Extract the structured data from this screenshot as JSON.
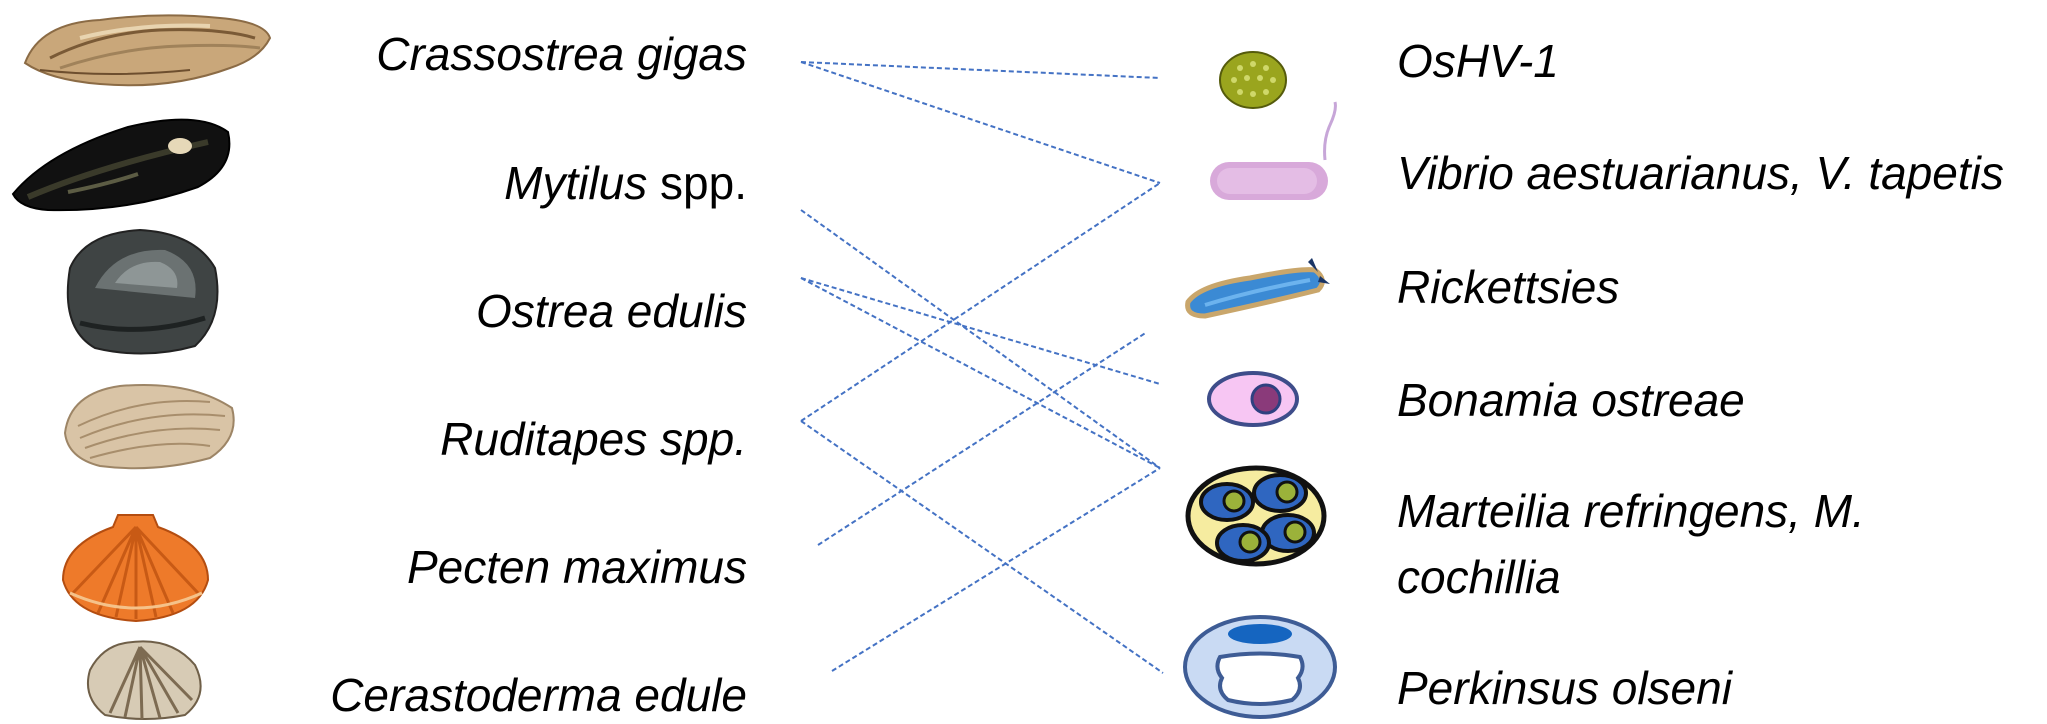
{
  "hosts": [
    {
      "genus": "Crassostrea gigas",
      "suffix": ""
    },
    {
      "genus": "Mytilus",
      "suffix": " spp."
    },
    {
      "genus": "Ostrea edulis",
      "suffix": ""
    },
    {
      "genus": "Ruditapes spp.",
      "suffix": ""
    },
    {
      "genus": "Pecten maximus",
      "suffix": ""
    },
    {
      "genus": "Cerastoderma edule",
      "suffix": ""
    }
  ],
  "pathogens": [
    {
      "line1": "OsHV-1",
      "line2": ""
    },
    {
      "line1": "Vibrio aestuarianus, V. tapetis",
      "line2": ""
    },
    {
      "line1": "Rickettsies",
      "line2": ""
    },
    {
      "line1": "Bonamia ostreae",
      "line2": ""
    },
    {
      "line1": "Marteilia refringens, M.",
      "line2": "cochillia"
    },
    {
      "line1": "Perkinsus olseni",
      "line2": ""
    }
  ],
  "links": [
    {
      "host": 0,
      "pathogen": 0
    },
    {
      "host": 0,
      "pathogen": 1
    },
    {
      "host": 1,
      "pathogen": 4
    },
    {
      "host": 2,
      "pathogen": 3
    },
    {
      "host": 2,
      "pathogen": 4
    },
    {
      "host": 3,
      "pathogen": 1
    },
    {
      "host": 3,
      "pathogen": 5
    },
    {
      "host": 4,
      "pathogen": 2
    },
    {
      "host": 5,
      "pathogen": 4
    }
  ],
  "colors": {
    "link": "#4472c4",
    "text": "#000000"
  }
}
